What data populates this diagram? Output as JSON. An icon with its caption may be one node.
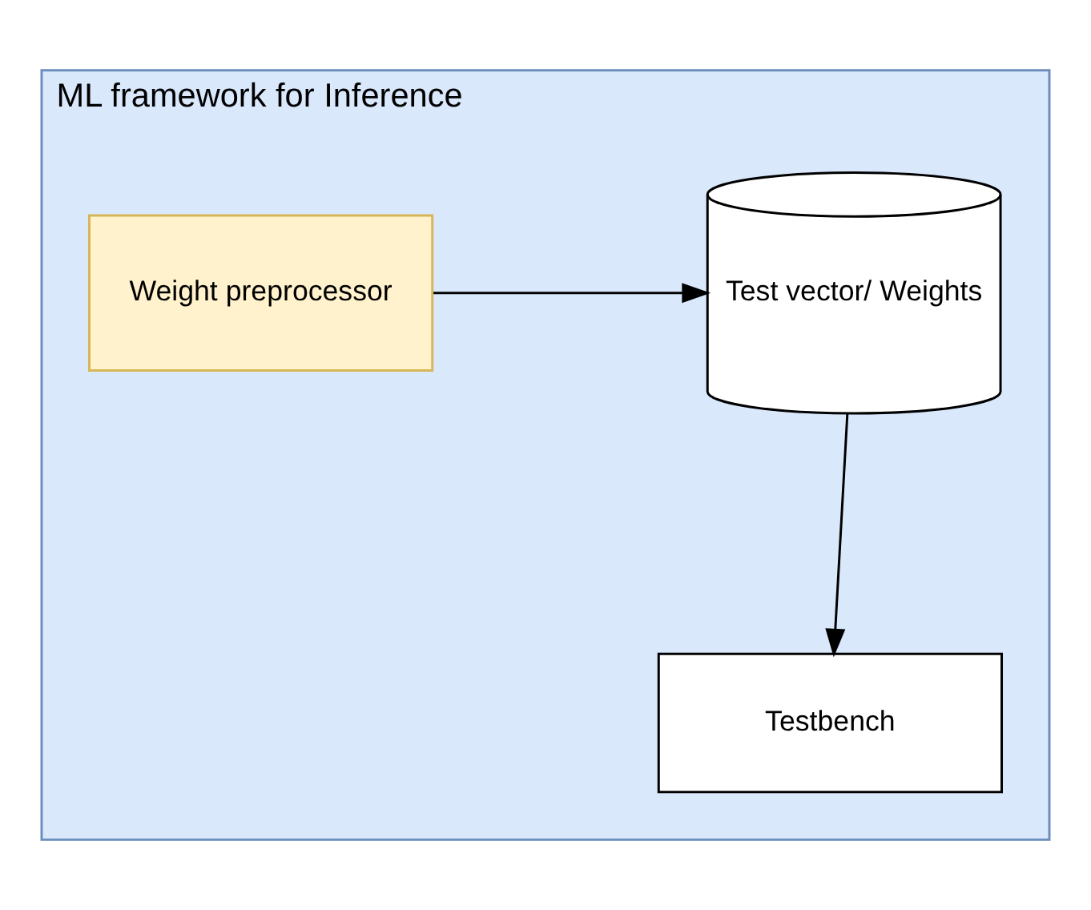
{
  "diagram": {
    "nodes": [
      {
        "text": [
          "ML framework for Inference"
        ]
      },
      {
        "text": [
          "Test vector/ Weights"
        ],
        "in": 0
      },
      {
        "text": [
          "Weight preprocessor"
        ],
        "in": 0
      },
      {
        "text": [
          "Testbench"
        ],
        "in": 0
      }
    ],
    "edges": [
      {
        "from": 2,
        "to": 1,
        "arrow": "to"
      },
      {
        "from": 1,
        "to": 3,
        "arrow": "to"
      }
    ]
  }
}
